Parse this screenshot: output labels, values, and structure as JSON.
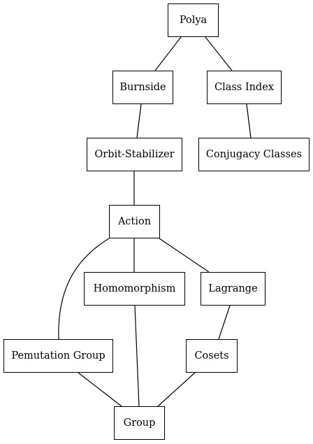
{
  "nodes": {
    "polya": "Polya",
    "burnside": "Burnside",
    "class_index": "Class Index",
    "orbit_stabilizer": "Orbit-Stabilizer",
    "conjugacy_classes": "Conjugacy Classes",
    "action": "Action",
    "homomorphism": "Homomorphism",
    "lagrange": "Lagrange",
    "permutation_group": "Pemutation Group",
    "cosets": "Cosets",
    "group": "Group"
  },
  "edges": [
    [
      "polya",
      "burnside"
    ],
    [
      "polya",
      "class_index"
    ],
    [
      "burnside",
      "orbit_stabilizer"
    ],
    [
      "class_index",
      "conjugacy_classes"
    ],
    [
      "orbit_stabilizer",
      "action"
    ],
    [
      "action",
      "homomorphism"
    ],
    [
      "action",
      "lagrange"
    ],
    [
      "action",
      "permutation_group"
    ],
    [
      "lagrange",
      "cosets"
    ],
    [
      "homomorphism",
      "group"
    ],
    [
      "permutation_group",
      "group"
    ],
    [
      "cosets",
      "group"
    ]
  ]
}
